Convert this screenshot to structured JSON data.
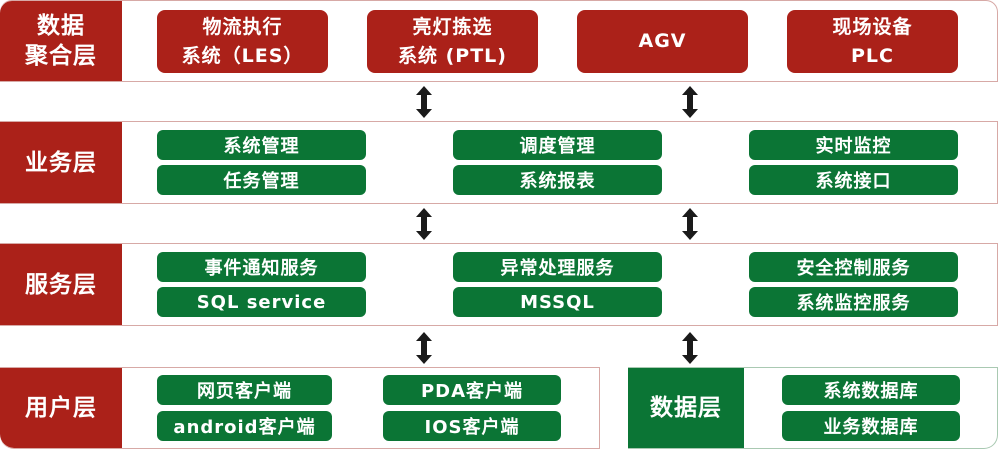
{
  "layers": {
    "aggregation": {
      "label_line1": "数据",
      "label_line2": "聚合层",
      "items": [
        {
          "line1": "物流执行",
          "line2": "系统（LES）"
        },
        {
          "line1": "亮灯拣选",
          "line2": "系统 (PTL)"
        },
        {
          "line1": "AGV",
          "line2": ""
        },
        {
          "line1": "现场设备",
          "line2": "PLC"
        }
      ]
    },
    "business": {
      "label": "业务层",
      "items": [
        "系统管理",
        "任务管理",
        "调度管理",
        "系统报表",
        "实时监控",
        "系统接口"
      ]
    },
    "service": {
      "label": "服务层",
      "items": [
        "事件通知服务",
        "SQL service",
        "异常处理服务",
        "MSSQL",
        "安全控制服务",
        "系统监控服务"
      ]
    },
    "user": {
      "label": "用户层",
      "items": [
        "网页客户端",
        "android客户端",
        "PDA客户端",
        "IOS客户端"
      ]
    },
    "data": {
      "label": "数据层",
      "items": [
        "系统数据库",
        "业务数据库"
      ]
    }
  },
  "colors": {
    "red": "#ab2119",
    "green": "#0b7535",
    "arrow": "#1a1a1a"
  },
  "connectors": [
    "bidirectional-arrow",
    "bidirectional-arrow",
    "bidirectional-arrow",
    "bidirectional-arrow",
    "bidirectional-arrow",
    "bidirectional-arrow"
  ]
}
